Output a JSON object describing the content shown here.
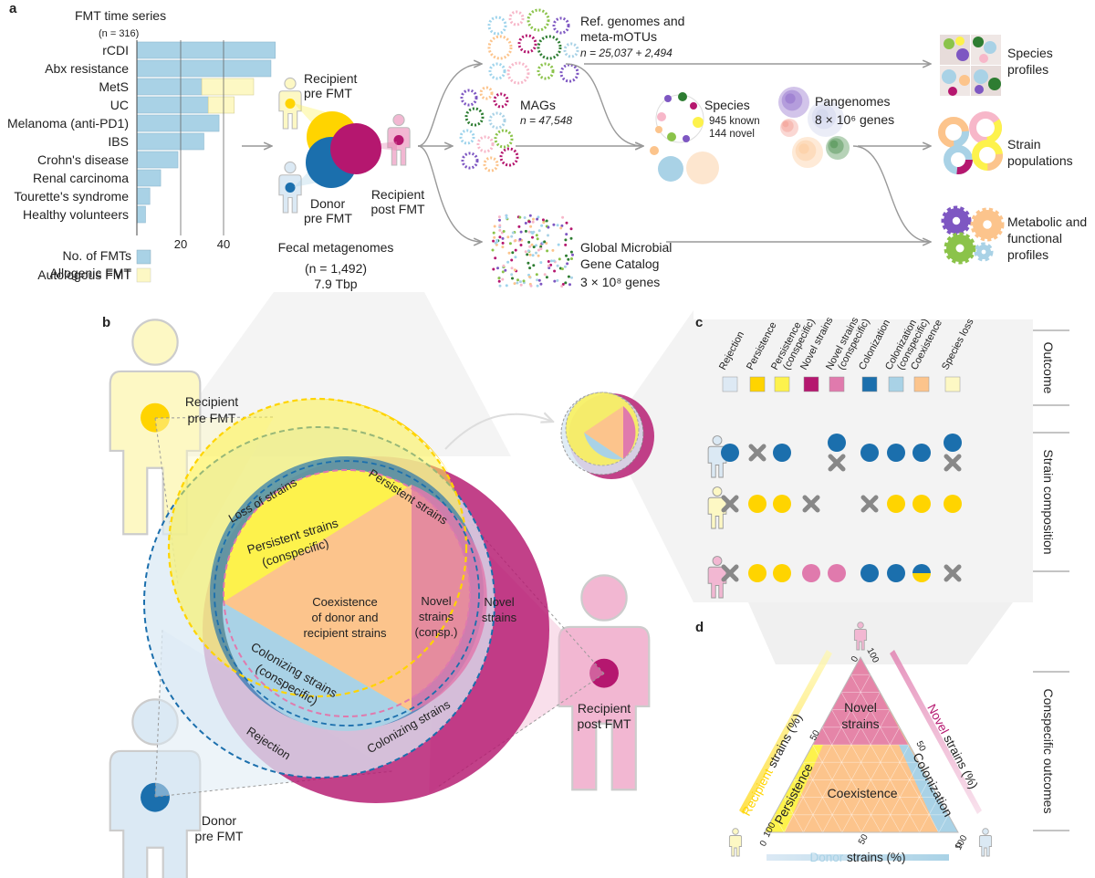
{
  "panels": {
    "a": "a",
    "b": "b",
    "c": "c",
    "d": "d"
  },
  "fmt_series": {
    "title": "FMT time series",
    "n": "(n = 316)",
    "xlabel": "No. of FMTs",
    "ticks": [
      "20",
      "40"
    ],
    "rows": [
      {
        "label": "rCDI",
        "allo": 64,
        "auto": 0
      },
      {
        "label": "Abx resistance",
        "allo": 62,
        "auto": 0
      },
      {
        "label": "MetS",
        "allo": 30,
        "auto": 24
      },
      {
        "label": "UC",
        "allo": 33,
        "auto": 12
      },
      {
        "label": "Melanoma (anti-PD1)",
        "allo": 38,
        "auto": 0
      },
      {
        "label": "IBS",
        "allo": 31,
        "auto": 0
      },
      {
        "label": "Crohn's disease",
        "allo": 19,
        "auto": 0
      },
      {
        "label": "Renal carcinoma",
        "allo": 11,
        "auto": 0
      },
      {
        "label": "Tourette's syndrome",
        "allo": 6,
        "auto": 0
      },
      {
        "label": "Healthy volunteers",
        "allo": 4,
        "auto": 0
      }
    ],
    "legend": [
      {
        "label": "Allogenic FMT",
        "color": "#a9d2e6"
      },
      {
        "label": "Autologous FMT",
        "color": "#fdf8c4"
      }
    ]
  },
  "panel_a": {
    "recipient_pre": [
      "Recipient",
      "pre FMT"
    ],
    "donor_pre": [
      "Donor",
      "pre FMT"
    ],
    "recipient_post": [
      "Recipient",
      "post FMT"
    ],
    "fecal": [
      "Fecal metagenomes",
      "(n = 1,492)",
      "7.9 Tbp"
    ],
    "ref": [
      "Ref. genomes and",
      "meta-mOTUs",
      "n = 25,037 + 2,494"
    ],
    "mags": [
      "MAGs",
      "n = 47,548"
    ],
    "catalog": [
      "Global Microbial",
      "Gene Catalog",
      "3 × 10⁸ genes"
    ],
    "species": [
      "Species",
      "945 known",
      "144 novel"
    ],
    "pangenomes": [
      "Pangenomes",
      "8 × 10⁶ genes"
    ],
    "outputs": [
      [
        "Species",
        "profiles"
      ],
      [
        "Strain",
        "populations"
      ],
      [
        "Metabolic and",
        "functional",
        "profiles"
      ]
    ]
  },
  "panel_b": {
    "recipient_pre": [
      "Recipient",
      "pre FMT"
    ],
    "donor_pre": [
      "Donor",
      "pre FMT"
    ],
    "recipient_post": [
      "Recipient",
      "post FMT"
    ],
    "loss": "Loss of strains",
    "persistent": "Persistent strains",
    "persistent_consp": [
      "Persistent strains",
      "(conspecific)"
    ],
    "coexistence": [
      "Coexistence",
      "of donor and",
      "recipient strains"
    ],
    "novel_consp": [
      "Novel",
      "strains",
      "(consp.)"
    ],
    "novel": [
      "Novel",
      "strains"
    ],
    "colonizing_consp": [
      "Colonizing strains",
      "(conspecific)"
    ],
    "colonizing": "Colonizing strains",
    "rejection": "Rejection"
  },
  "panel_c": {
    "outcome_label": "Outcome",
    "composition_label": "Strain composition",
    "columns": [
      {
        "label": "Rejection",
        "color": "#dde9f4"
      },
      {
        "label": "Persistence",
        "color": "#ffd400"
      },
      {
        "label": "Persistence (conspecific)",
        "color": "#fdf24c"
      },
      {
        "label": "Novel strains",
        "color": "#b5176f"
      },
      {
        "label": "Novel strains (conspecific)",
        "color": "#e07aad"
      },
      {
        "label": "Colonization",
        "color": "#1b6fad"
      },
      {
        "label": "Colonization (conspecific)",
        "color": "#a9d2e6"
      },
      {
        "label": "Coexistence",
        "color": "#fcc48c"
      },
      {
        "label": "Species loss",
        "color": "#fdf8c4"
      }
    ],
    "rows": [
      {
        "person": "donor",
        "cells": [
          "b",
          "x",
          "b",
          "",
          "bx",
          "b",
          "b",
          "b",
          "bx"
        ]
      },
      {
        "person": "recipient",
        "cells": [
          "x",
          "y",
          "y",
          "x",
          "",
          "x",
          "y",
          "y",
          "y"
        ]
      },
      {
        "person": "post",
        "cells": [
          "x",
          "y",
          "y",
          "p",
          "p",
          "b",
          "b",
          "by",
          "x"
        ]
      }
    ]
  },
  "panel_d": {
    "outcomes_label": "Conspecific outcomes",
    "novel_strains": [
      "Novel",
      "strains"
    ],
    "coexistence": "Coexistence",
    "persistence": "Persistence",
    "colonization": "Colonization",
    "recipient_axis": [
      "Recipient",
      " strains (%)"
    ],
    "novel_axis": [
      "Novel",
      " strains (%)"
    ],
    "donor_axis": [
      "Donor",
      " strains   (%)"
    ],
    "ticks": [
      "0",
      "50",
      "100"
    ]
  },
  "colors": {
    "allo": "#a9d2e6",
    "auto": "#fdf8c4",
    "yellow": "#ffd400",
    "magenta": "#b5176f",
    "pink": "#e07aad",
    "blue": "#1b6fad",
    "lightblue": "#a9d2e6",
    "orange": "#fcc48c",
    "grey": "#888888"
  }
}
